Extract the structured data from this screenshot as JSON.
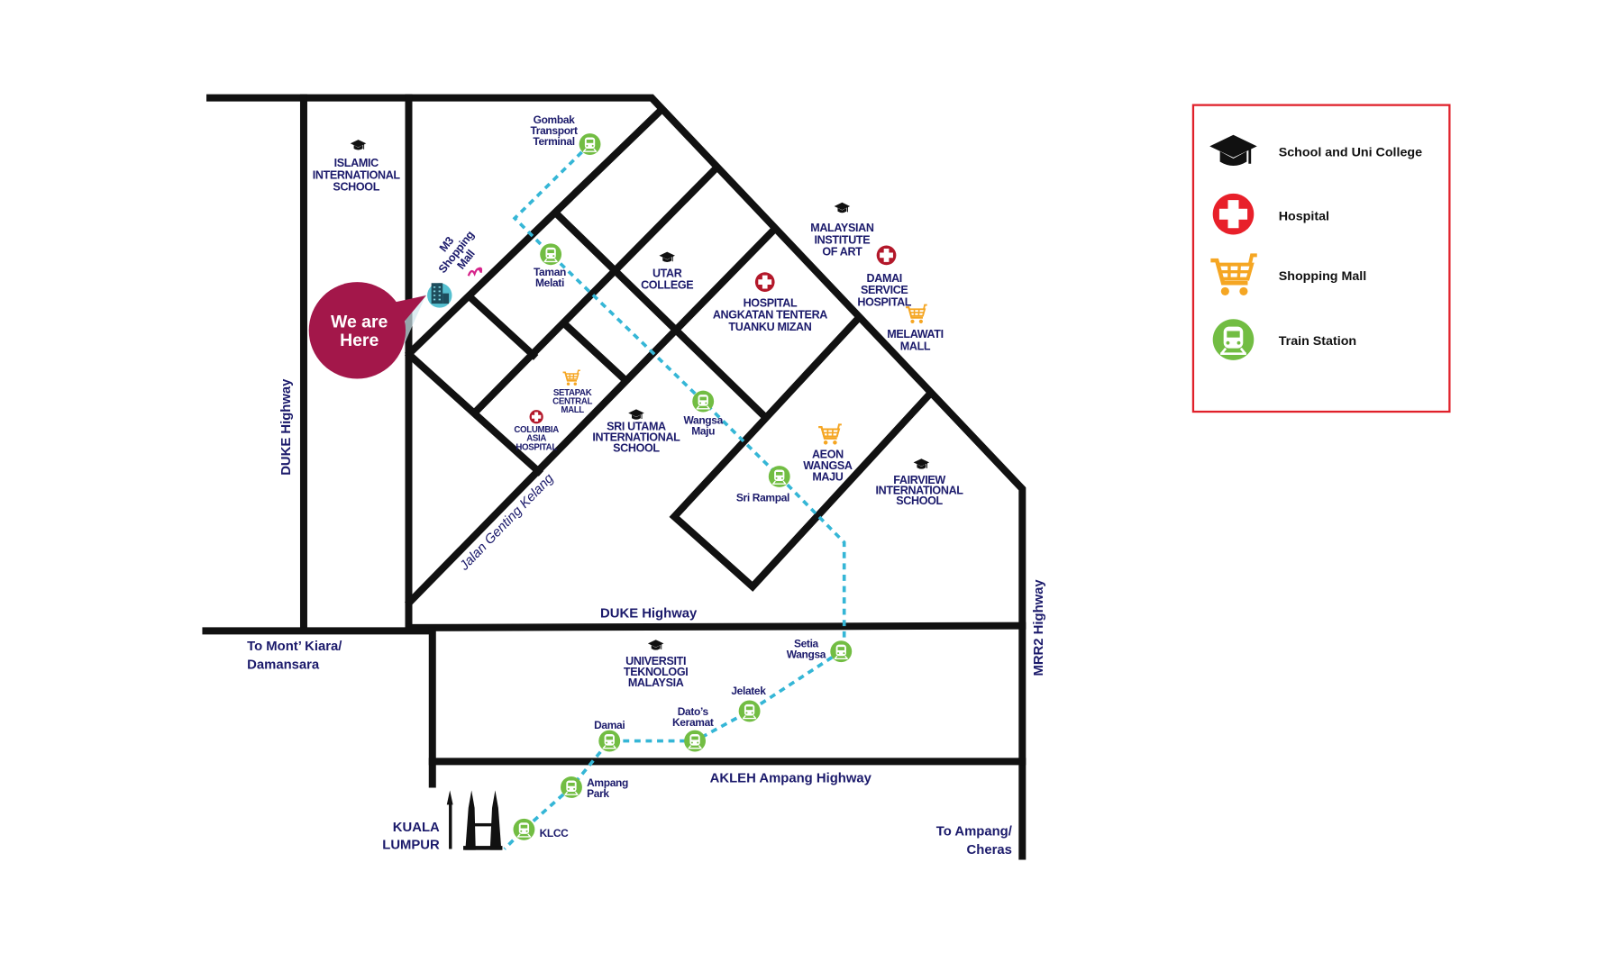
{
  "colors": {
    "road": "#111111",
    "rail": "#35b6d6",
    "station": "#72bd43",
    "hospital_map": "#b3182a",
    "hospital_legend": "#e8202a",
    "mall": "#f5a623",
    "marker": "#a3174a",
    "legend_border": "#e0202a",
    "text": "#1b1a6b"
  },
  "marker": {
    "lines": [
      "We are",
      "Here"
    ]
  },
  "m3_mall": {
    "lines": [
      "M3",
      "Shopping",
      "Mall"
    ],
    "logo": "m3"
  },
  "roads": {
    "duke_vertical": "DUKE Highway",
    "duke_horizontal": "DUKE Highway",
    "jalan_genting": "Jalan Genting Kelang",
    "mrr2": "MRR2 Highway",
    "akleh": "AKLEH Ampang Highway",
    "to_mont_kiara": [
      "To Mont’ Kiara/",
      "Damansara"
    ],
    "to_ampang": [
      "To Ampang/",
      "Cheras"
    ]
  },
  "city": {
    "lines": [
      "KUALA",
      "LUMPUR"
    ]
  },
  "places": [
    {
      "type": "school",
      "lines": [
        "ISLAMIC",
        "INTERNATIONAL",
        "SCHOOL"
      ]
    },
    {
      "type": "school",
      "lines": [
        "MALAYSIAN",
        "INSTITUTE",
        "OF ART"
      ]
    },
    {
      "type": "school",
      "lines": [
        "UTAR",
        "COLLEGE"
      ]
    },
    {
      "type": "hospital",
      "lines": [
        "HOSPITAL",
        "ANGKATAN TENTERA",
        "TUANKU MIZAN"
      ]
    },
    {
      "type": "hospital",
      "lines": [
        "DAMAI",
        "SERVICE",
        "HOSPITAL"
      ]
    },
    {
      "type": "mall",
      "lines": [
        "MELAWATI",
        "MALL"
      ]
    },
    {
      "type": "mall",
      "lines": [
        "SETAPAK",
        "CENTRAL",
        "MALL"
      ]
    },
    {
      "type": "hospital",
      "lines": [
        "COLUMBIA",
        "ASIA",
        "HOSPITAL"
      ]
    },
    {
      "type": "school",
      "lines": [
        "SRI UTAMA",
        "INTERNATIONAL",
        "SCHOOL"
      ]
    },
    {
      "type": "mall",
      "lines": [
        "AEON",
        "WANGSA",
        "MAJU"
      ]
    },
    {
      "type": "school",
      "lines": [
        "FAIRVIEW",
        "INTERNATIONAL",
        "SCHOOL"
      ]
    },
    {
      "type": "school",
      "lines": [
        "UNIVERSITI",
        "TEKNOLOGI",
        "MALAYSIA"
      ]
    }
  ],
  "stations": [
    {
      "lines": [
        "Gombak",
        "Transport",
        "Terminal"
      ]
    },
    {
      "lines": [
        "Taman",
        "Melati"
      ]
    },
    {
      "lines": [
        "Wangsa",
        "Maju"
      ]
    },
    {
      "lines": [
        "Sri Rampal"
      ]
    },
    {
      "lines": [
        "Setia",
        "Wangsa"
      ]
    },
    {
      "lines": [
        "Jelatek"
      ]
    },
    {
      "lines": [
        "Dato’s",
        "Keramat"
      ]
    },
    {
      "lines": [
        "Damai"
      ]
    },
    {
      "lines": [
        "Ampang",
        "Park"
      ]
    },
    {
      "lines": [
        "KLCC"
      ]
    }
  ],
  "legend": {
    "items": [
      {
        "icon": "graduation-cap-icon",
        "label": "School and Uni College"
      },
      {
        "icon": "hospital-icon",
        "label": "Hospital"
      },
      {
        "icon": "shopping-cart-icon",
        "label": "Shopping Mall"
      },
      {
        "icon": "train-icon",
        "label": "Train Station"
      }
    ]
  }
}
